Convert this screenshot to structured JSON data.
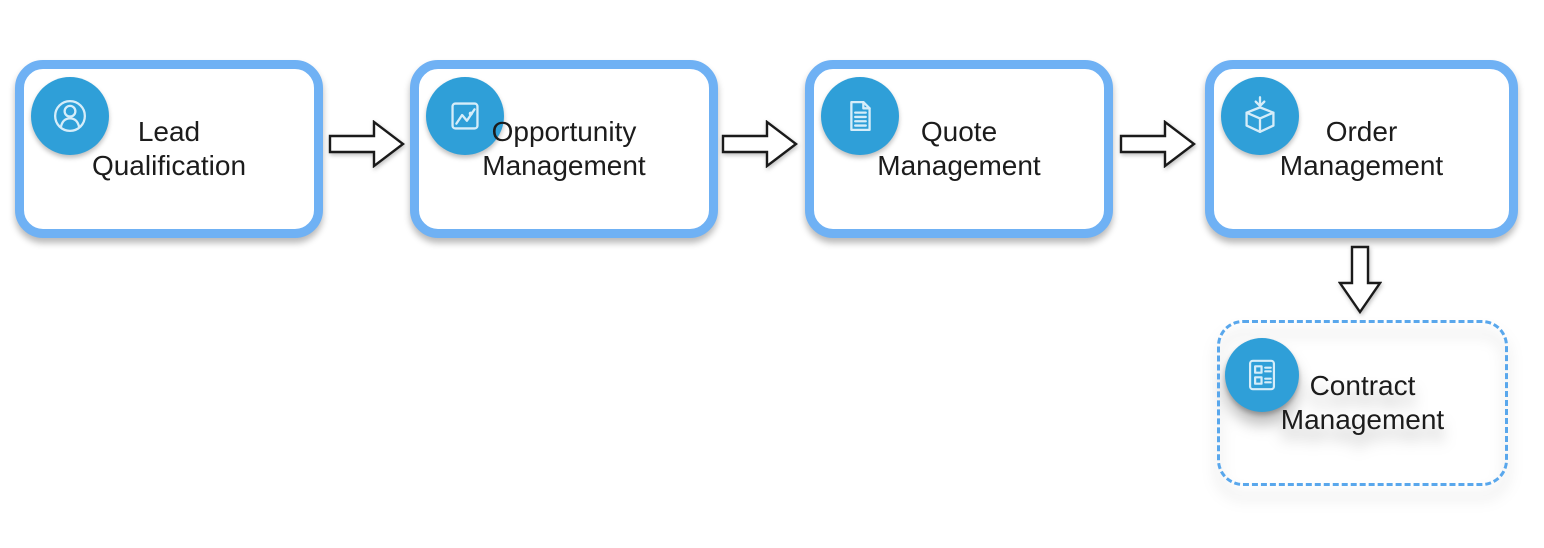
{
  "diagram": {
    "nodes": [
      {
        "id": "lead-qualification",
        "lines": [
          "Lead",
          "Qualification"
        ],
        "icon": "user-icon",
        "border_style": "solid"
      },
      {
        "id": "opportunity-management",
        "lines": [
          "Opportunity",
          "Management"
        ],
        "icon": "line-chart-icon",
        "border_style": "solid"
      },
      {
        "id": "quote-management",
        "lines": [
          "Quote",
          "Management"
        ],
        "icon": "document-icon",
        "border_style": "solid"
      },
      {
        "id": "order-management",
        "lines": [
          "Order",
          "Management"
        ],
        "icon": "package-icon",
        "border_style": "solid"
      },
      {
        "id": "contract-management",
        "lines": [
          "Contract",
          "Management"
        ],
        "icon": "checklist-icon",
        "border_style": "dashed"
      }
    ],
    "connections": [
      {
        "from": "lead-qualification",
        "to": "opportunity-management",
        "direction": "right"
      },
      {
        "from": "opportunity-management",
        "to": "quote-management",
        "direction": "right"
      },
      {
        "from": "quote-management",
        "to": "order-management",
        "direction": "right"
      },
      {
        "from": "order-management",
        "to": "contract-management",
        "direction": "down"
      }
    ],
    "colors": {
      "solid_border": "#6FB1F4",
      "dashed_border": "#59A7EC",
      "icon_circle_fill": "#2F9FD8",
      "icon_stroke": "#D6EDF9",
      "text": "#1C1C1C",
      "arrow_fill": "#FFFFFF",
      "arrow_outline": "#1A1A1A",
      "background": "#FFFFFF"
    }
  }
}
